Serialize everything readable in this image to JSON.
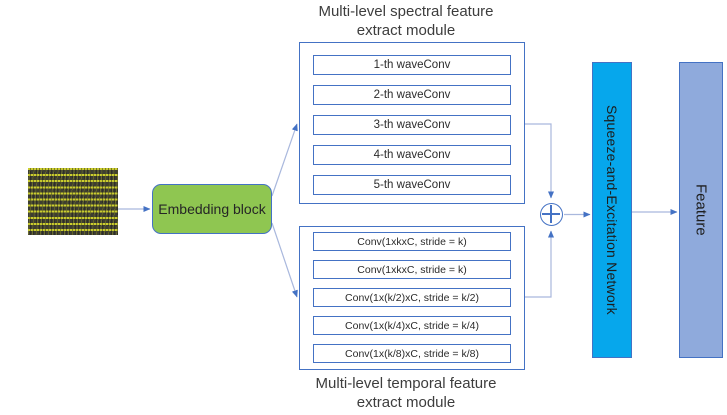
{
  "diagram": {
    "input": {
      "name": "eeg-signal-image",
      "description": "EEG multi-channel signal heatmap"
    },
    "embedding": {
      "label": "Embedding\nblock",
      "fill_color": "#8fc651",
      "border_color": "#4472c4"
    },
    "spectral_module": {
      "title": "Multi-level spectral feature\nextract module",
      "layers": [
        "1-th waveConv",
        "2-th waveConv",
        "3-th waveConv",
        "4-th waveConv",
        "5-th waveConv"
      ]
    },
    "temporal_module": {
      "title": "Multi-level temporal feature\nextract module",
      "layers": [
        "Conv(1xkxC, stride = k)",
        "Conv(1xkxC, stride = k)",
        "Conv(1x(k/2)xC, stride = k/2)",
        "Conv(1x(k/4)xC, stride = k/4)",
        "Conv(1x(k/8)xC, stride = k/8)"
      ]
    },
    "merge": {
      "symbol": "plus-circle",
      "label": "⊕"
    },
    "se_network": {
      "label": "Squeeze-and-Excitation Network",
      "fill_color": "#06a7ec",
      "border_color": "#4472c4"
    },
    "feature": {
      "label": "Feature",
      "fill_color": "#8faadc",
      "border_color": "#4472c4"
    },
    "colors": {
      "connector": "#a9b8dd",
      "arrow": "#4472c4",
      "box_border": "#4472c4",
      "text": "#3d3d3d"
    }
  }
}
